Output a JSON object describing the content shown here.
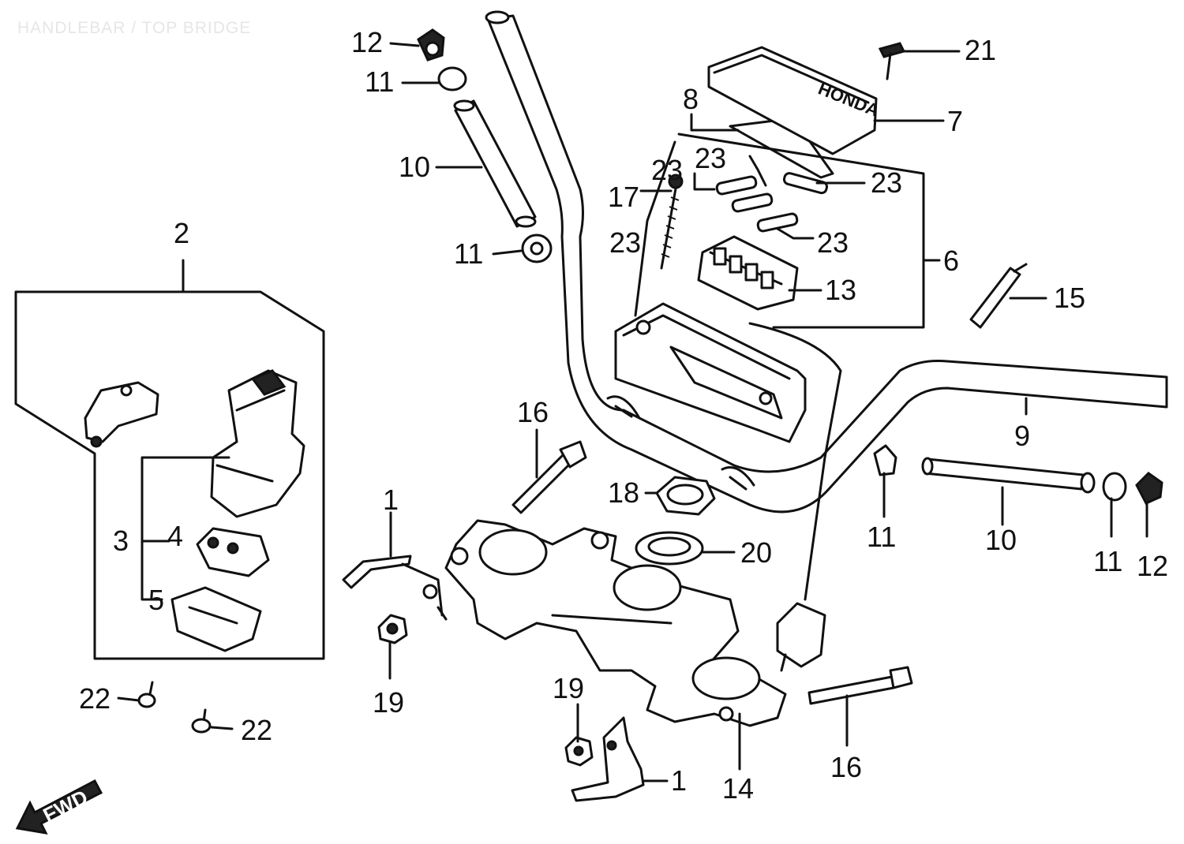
{
  "title": "HANDLEBAR / TOP BRIDGE",
  "fwd_label": "FWD",
  "callouts": [
    {
      "id": "c12a",
      "text": "12"
    },
    {
      "id": "c11a",
      "text": "11"
    },
    {
      "id": "c10a",
      "text": "10"
    },
    {
      "id": "c11b",
      "text": "11"
    },
    {
      "id": "c2",
      "text": "2"
    },
    {
      "id": "c3",
      "text": "3"
    },
    {
      "id": "c4",
      "text": "4"
    },
    {
      "id": "c5",
      "text": "5"
    },
    {
      "id": "c22a",
      "text": "22"
    },
    {
      "id": "c22b",
      "text": "22"
    },
    {
      "id": "c1a",
      "text": "1"
    },
    {
      "id": "c19a",
      "text": "19"
    },
    {
      "id": "c16a",
      "text": "16"
    },
    {
      "id": "c18",
      "text": "18"
    },
    {
      "id": "c20",
      "text": "20"
    },
    {
      "id": "c19b",
      "text": "19"
    },
    {
      "id": "c1b",
      "text": "1"
    },
    {
      "id": "c14",
      "text": "14"
    },
    {
      "id": "c16b",
      "text": "16"
    },
    {
      "id": "c8",
      "text": "8"
    },
    {
      "id": "c7",
      "text": "7"
    },
    {
      "id": "c21",
      "text": "21"
    },
    {
      "id": "c23a",
      "text": "23"
    },
    {
      "id": "c23b",
      "text": "23"
    },
    {
      "id": "c23c",
      "text": "23"
    },
    {
      "id": "c23d",
      "text": "23"
    },
    {
      "id": "c23e",
      "text": "23"
    },
    {
      "id": "c17",
      "text": "17"
    },
    {
      "id": "c6",
      "text": "6"
    },
    {
      "id": "c13",
      "text": "13"
    },
    {
      "id": "c15",
      "text": "15"
    },
    {
      "id": "c9",
      "text": "9"
    },
    {
      "id": "c11c",
      "text": "11"
    },
    {
      "id": "c10b",
      "text": "10"
    },
    {
      "id": "c11d",
      "text": "11"
    },
    {
      "id": "c12b",
      "text": "12"
    }
  ]
}
